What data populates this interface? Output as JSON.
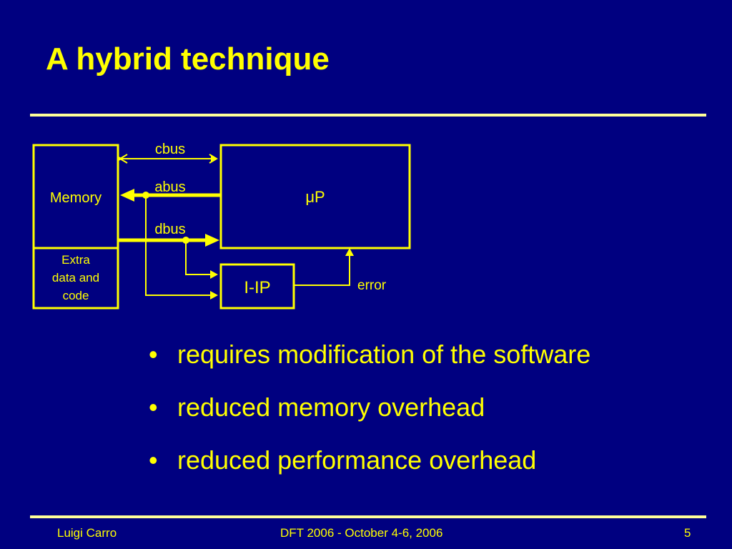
{
  "slide": {
    "title": "A hybrid technique",
    "colors": {
      "background": "#000080",
      "text": "#ffff00",
      "rule": "#ffff99"
    }
  },
  "diagram": {
    "memory_label": "Memory",
    "extra_label_lines": [
      "Extra",
      "data and",
      "code"
    ],
    "up_symbol": "μ",
    "up_letter": "P",
    "iip_label": "I-IP",
    "bus_labels": {
      "cbus": "cbus",
      "abus": "abus",
      "dbus": "dbus"
    },
    "error_label": "error"
  },
  "bullets": [
    "requires modification of the software",
    "reduced memory overhead",
    "reduced performance overhead"
  ],
  "bullet_glyph": "•",
  "footer": {
    "author": "Luigi Carro",
    "event": "DFT 2006  - October 4-6, 2006",
    "page": "5"
  }
}
